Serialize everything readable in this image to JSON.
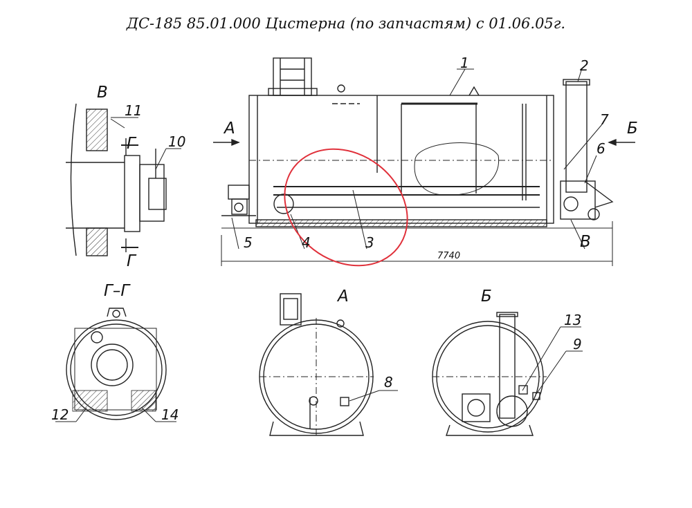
{
  "title": "ДС-185 85.01.000 Цистерна  (по запчастям) с 01.06.05г.",
  "accent_color": "#e0303a",
  "view_labels": {
    "a_top": "А",
    "b_top": "Б",
    "v_top": "В",
    "section_gg": "Г–Г",
    "view_a": "А",
    "view_b": "Б",
    "cut_g_top": "Г",
    "cut_g_bottom": "Г",
    "v_bottom": "В"
  },
  "callouts": {
    "c1": "1",
    "c2": "2",
    "c3": "3",
    "c4": "4",
    "c5": "5",
    "c6": "6",
    "c7": "7",
    "c8": "8",
    "c9": "9",
    "c10": "10",
    "c11": "11",
    "c12": "12",
    "c13": "13",
    "c14": "14"
  },
  "dimension": "7740"
}
